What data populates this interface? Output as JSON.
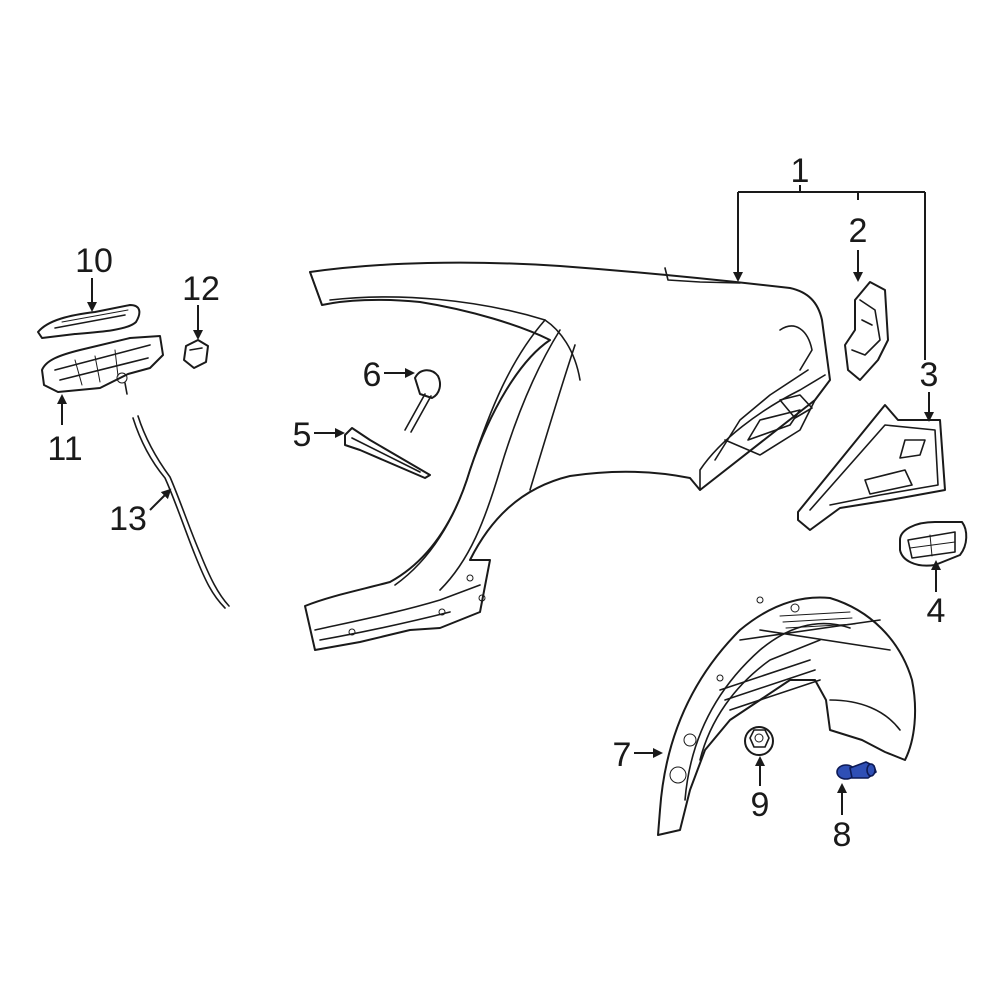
{
  "diagram": {
    "callouts": [
      {
        "id": "1",
        "label": "1"
      },
      {
        "id": "2",
        "label": "2"
      },
      {
        "id": "3",
        "label": "3"
      },
      {
        "id": "4",
        "label": "4"
      },
      {
        "id": "5",
        "label": "5"
      },
      {
        "id": "6",
        "label": "6"
      },
      {
        "id": "7",
        "label": "7"
      },
      {
        "id": "8",
        "label": "8",
        "highlighted": true
      },
      {
        "id": "9",
        "label": "9"
      },
      {
        "id": "10",
        "label": "10"
      },
      {
        "id": "11",
        "label": "11"
      },
      {
        "id": "12",
        "label": "12"
      },
      {
        "id": "13",
        "label": "13"
      }
    ],
    "highlight_color": "#2f4fb5",
    "line_color": "#1a1a1a"
  }
}
